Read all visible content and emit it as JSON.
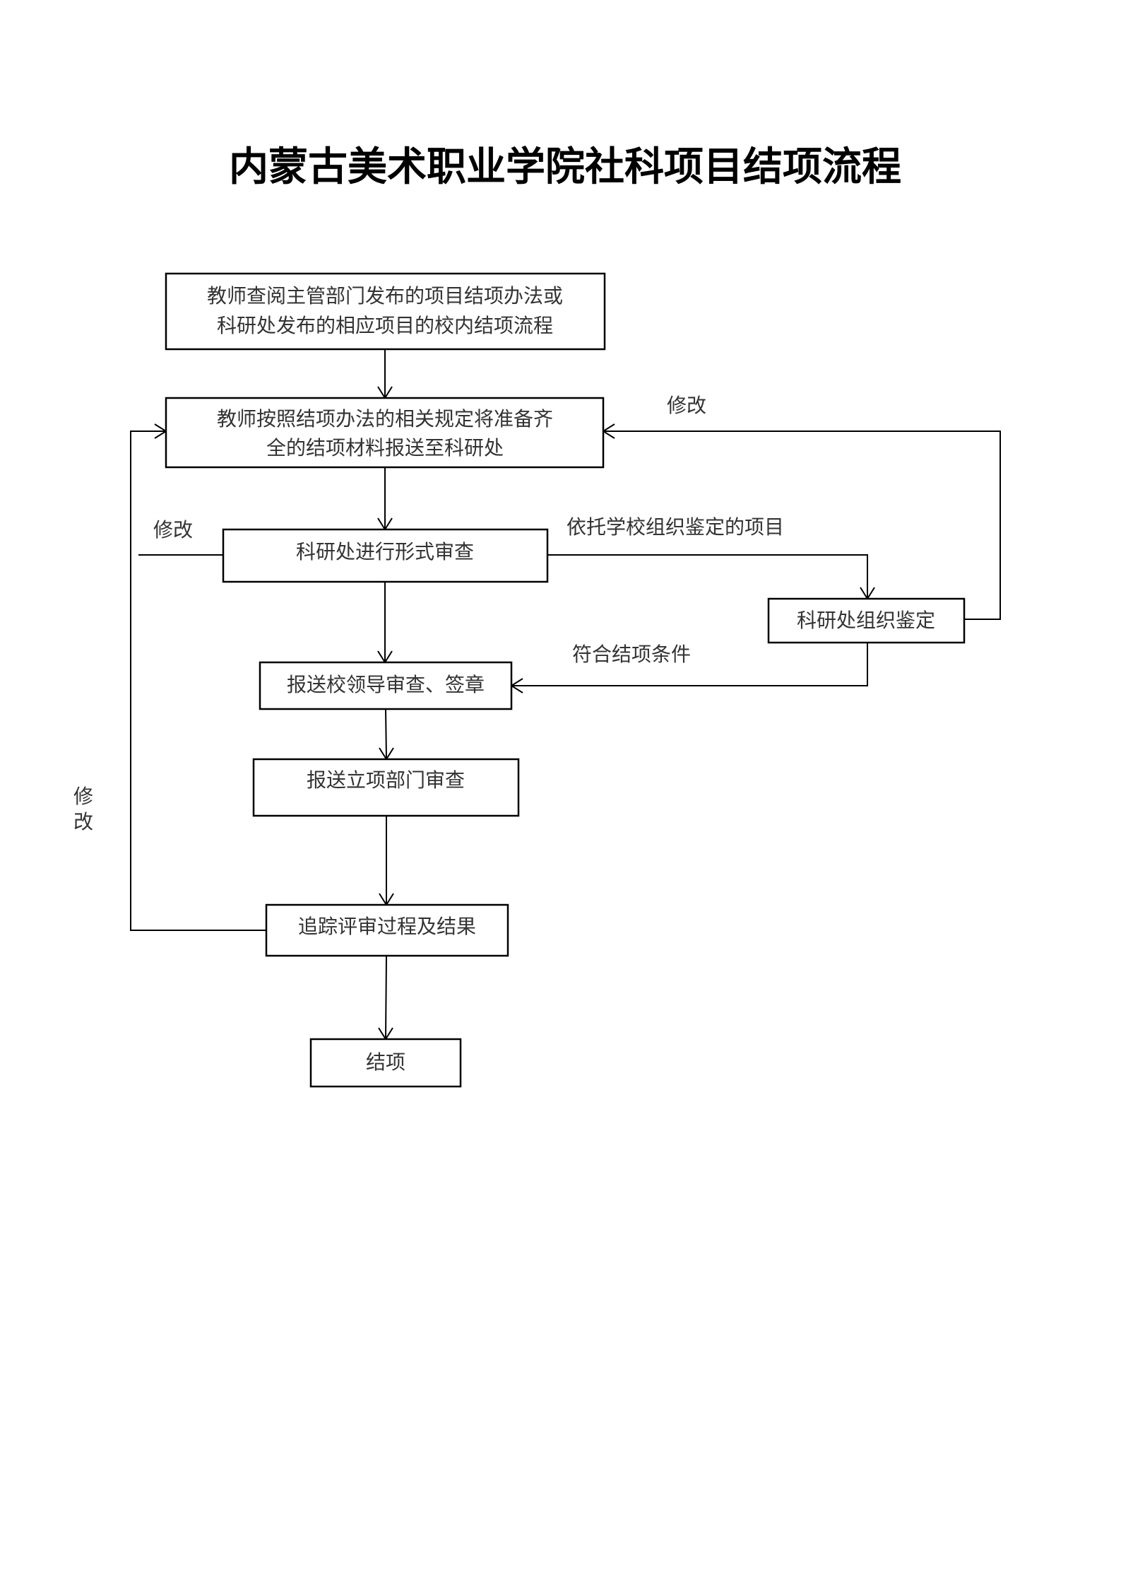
{
  "title": "内蒙古美术职业学院社科项目结项流程",
  "nodes": {
    "n1_line1": "教师查阅主管部门发布的项目结项办法或",
    "n1_line2": "科研处发布的相应项目的校内结项流程",
    "n2_line1": "教师按照结项办法的相关规定将准备齐",
    "n2_line2": "全的结项材料报送至科研处",
    "n3": "科研处进行形式审查",
    "n4": "科研处组织鉴定",
    "n5": "报送校领导审查、签章",
    "n6": "报送立项部门审查",
    "n7": "追踪评审过程及结果",
    "n8": "结项"
  },
  "edge_labels": {
    "revise_right": "修改",
    "revise_left_short": "修改",
    "revise_left_vertical_1": "修",
    "revise_left_vertical_2": "改",
    "school_appraisal": "依托学校组织鉴定的项目",
    "meets_conditions": "符合结项条件"
  }
}
